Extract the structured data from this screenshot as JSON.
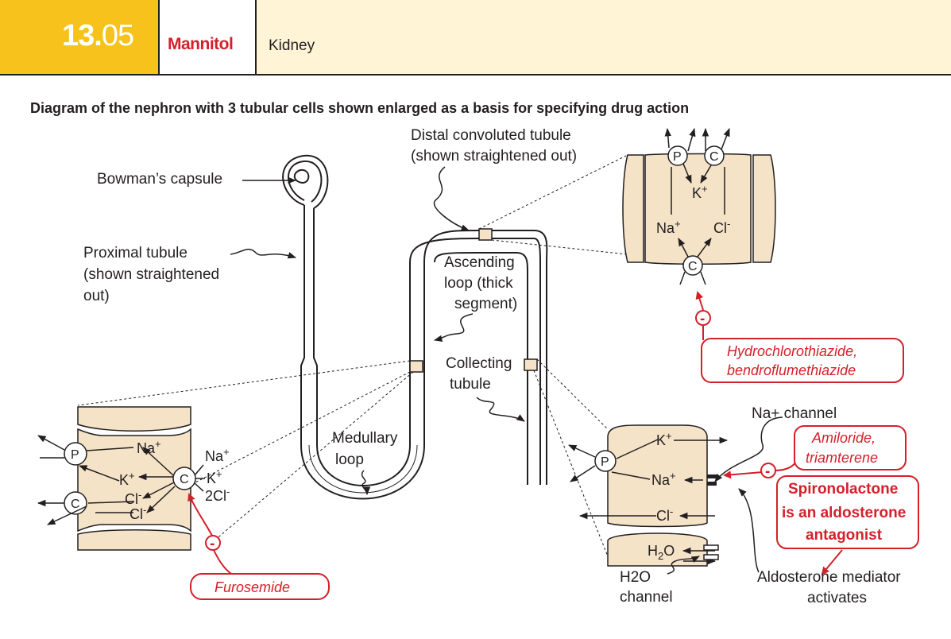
{
  "header": {
    "section_major": "13.",
    "section_minor": "05",
    "drug": "Mannitol",
    "organ": "Kidney"
  },
  "heading": "Diagram of the nephron with 3 tubular cells shown enlarged as a basis for specifying drug action",
  "labels": {
    "bowman": "Bowman’s capsule",
    "proximal_1": "Proximal  tubule",
    "proximal_2": "(shown straightened",
    "proximal_3": "out)",
    "distal_1": "Distal convoluted tubule",
    "distal_2": "(shown straightened out)",
    "ascending_1": "Ascending",
    "ascending_2": "loop (thick",
    "ascending_3": "segment)",
    "collecting_1": "Collecting",
    "collecting_2": "tubule",
    "medullary_1": "Medullary",
    "medullary_2": "loop",
    "na_channel": "Na+ channel",
    "h2o_channel_1": "H2O",
    "h2o_channel_2": "channel",
    "aldo_1": "Aldosterone mediator",
    "aldo_2": "activates"
  },
  "ions": {
    "na": "Na",
    "k": "K",
    "cl": "Cl",
    "two_cl": "2Cl",
    "h2o": "H",
    "plus": "+",
    "minus": "-",
    "two": "2",
    "o": "O"
  },
  "transporters": {
    "p": "P",
    "c": "C"
  },
  "drugs": {
    "minus": "-",
    "furosemide": "Furosemide",
    "thiazide_1": "Hydrochlorothiazide,",
    "thiazide_2": "bendroflumethiazide",
    "amiloride_1": "Amiloride,",
    "amiloride_2": "triamterene",
    "spiro_1": "Spironolactone",
    "spiro_2": "is an aldosterone",
    "spiro_3": "antagonist"
  },
  "colors": {
    "accent_yellow": "#f7c21b",
    "header_bg": "#fff5d6",
    "cell_fill": "#f5e3c8",
    "drug_red": "#d4202a",
    "ink": "#231f20"
  }
}
